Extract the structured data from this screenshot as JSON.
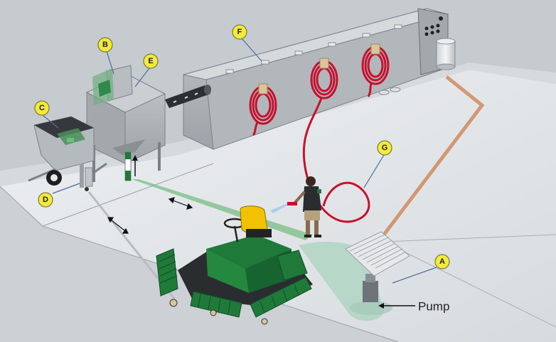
{
  "callouts": {
    "a": "A",
    "b": "B",
    "c": "C",
    "d": "D",
    "e": "E",
    "f": "F",
    "g": "G"
  },
  "pump_label": "Pump",
  "colors": {
    "pad_light": "#e3e6e9",
    "pad_shadow": "#b9bec4",
    "steel": "#a9aeb3",
    "steel_dark": "#7c8187",
    "hose_red": "#c8102e",
    "mower_green": "#1f7a3a",
    "seat_yellow": "#f2c200",
    "pipe_green": "#7fbf8a",
    "pipe_orange": "#d08a5e",
    "callout_yellow": "#f3ea3a"
  }
}
